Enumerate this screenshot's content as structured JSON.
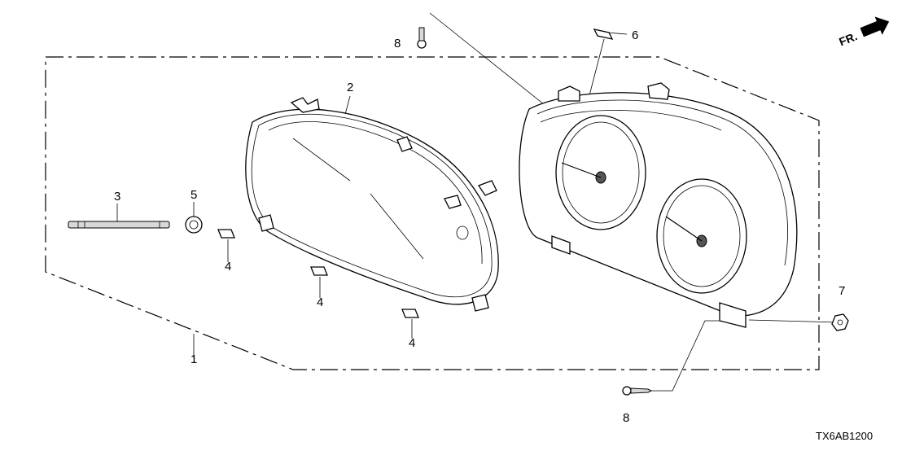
{
  "diagram": {
    "parts": [
      {
        "ref": "1",
        "name": "assembly-frame"
      },
      {
        "ref": "2",
        "name": "meter-lens"
      },
      {
        "ref": "3",
        "name": "reset-knob"
      },
      {
        "ref": "4",
        "name": "cushion"
      },
      {
        "ref": "5",
        "name": "grommet"
      },
      {
        "ref": "6",
        "name": "clip"
      },
      {
        "ref": "7",
        "name": "nut"
      },
      {
        "ref": "8",
        "name": "screw"
      }
    ],
    "labels": {
      "part1": "1",
      "part2": "2",
      "part3": "3",
      "part4a": "4",
      "part4b": "4",
      "part4c": "4",
      "part5": "5",
      "part6": "6",
      "part7": "7",
      "part8a": "8",
      "part8b": "8"
    },
    "direction": "FR.",
    "diagram_code": "TX6AB1200"
  },
  "icons": {
    "front_arrow": "front-direction-arrow-icon"
  }
}
